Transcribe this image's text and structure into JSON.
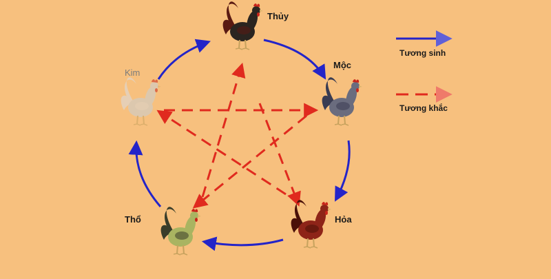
{
  "diagram": {
    "nodes": [
      {
        "id": "thuy",
        "label": "Thủy",
        "color": "#2b2520",
        "accent": "#5a1a12",
        "faded": false
      },
      {
        "id": "moc",
        "label": "Mộc",
        "color": "#6a6c7e",
        "accent": "#3a3c52",
        "faded": false
      },
      {
        "id": "hoa",
        "label": "Hỏa",
        "color": "#8e2418",
        "accent": "#4a1008",
        "faded": false
      },
      {
        "id": "tho",
        "label": "Thổ",
        "color": "#a9b461",
        "accent": "#3a3d2a",
        "faded": false
      },
      {
        "id": "kim",
        "label": "Kim",
        "color": "#c7cfd6",
        "accent": "#d9dde2",
        "faded": true
      }
    ],
    "generating_cycle": [
      "thuy",
      "moc",
      "hoa",
      "tho",
      "kim"
    ],
    "overcoming_pairs": [
      [
        "thuy",
        "hoa"
      ],
      [
        "hoa",
        "kim"
      ],
      [
        "kim",
        "moc"
      ],
      [
        "moc",
        "tho"
      ],
      [
        "tho",
        "thuy"
      ]
    ]
  },
  "legend": {
    "generating": {
      "label": "Tương sinh",
      "color": "#2424c8"
    },
    "overcoming": {
      "label": "Tương khắc",
      "color": "#e02a1e"
    }
  },
  "colors": {
    "background": "#f7c07e",
    "rooster_comb": "#c9241a"
  }
}
